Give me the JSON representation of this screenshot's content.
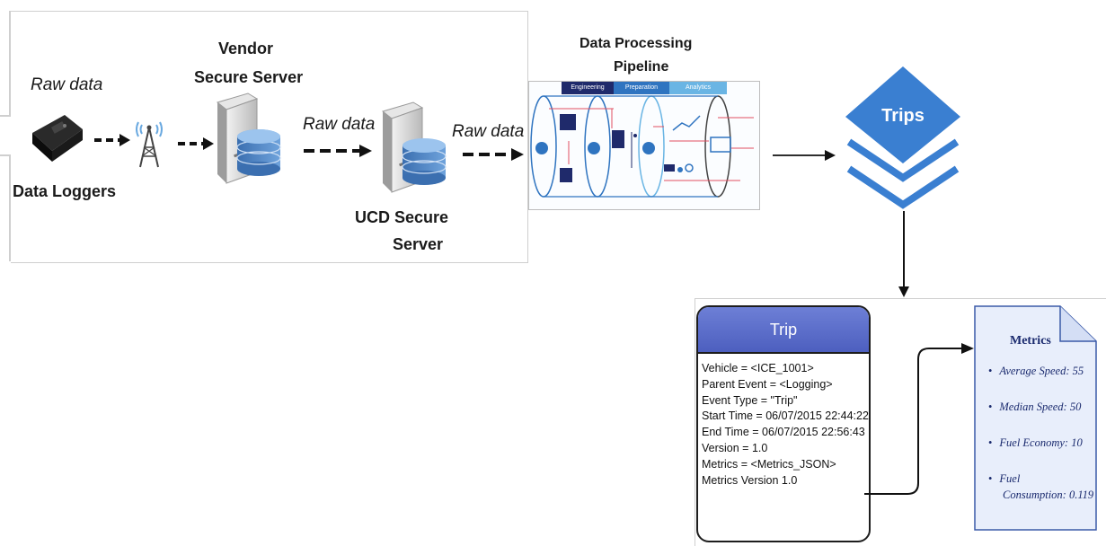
{
  "source_panel": {
    "raw_data_label_1": "Raw data",
    "data_loggers_label": "Data Loggers",
    "vendor_label_line1": "Vendor",
    "vendor_label_line2": "Secure Server",
    "raw_data_label_2": "Raw data",
    "ucd_label_line1": "UCD Secure",
    "ucd_label_line2": "Server",
    "raw_data_label_3": "Raw data"
  },
  "pipeline": {
    "title_line1": "Data Processing",
    "title_line2": "Pipeline",
    "tabs": [
      "Engineering",
      "Preparation",
      "Analytics"
    ]
  },
  "trips_stack": {
    "label": "Trips"
  },
  "trip_card": {
    "title": "Trip",
    "fields": [
      "Vehicle = <ICE_1001>",
      "Parent Event = <Logging>",
      "Event Type = \"Trip\"",
      "Start Time = 06/07/2015 22:44:22",
      "End Time = 06/07/2015 22:56:43",
      "Version = 1.0",
      "Metrics = <Metrics_JSON>",
      "Metrics Version 1.0"
    ]
  },
  "metrics_doc": {
    "title": "Metrics",
    "items": [
      "Average Speed: 55",
      "Median Speed: 50",
      "Fuel Economy: 10",
      "Fuel",
      "Consumption: 0.119"
    ]
  },
  "colors": {
    "trips_blue": "#3a7fd1",
    "trip_header": "#5468c8",
    "metrics_doc_bg": "#e8eefb",
    "pipeline_accent": "#2f74c0"
  }
}
